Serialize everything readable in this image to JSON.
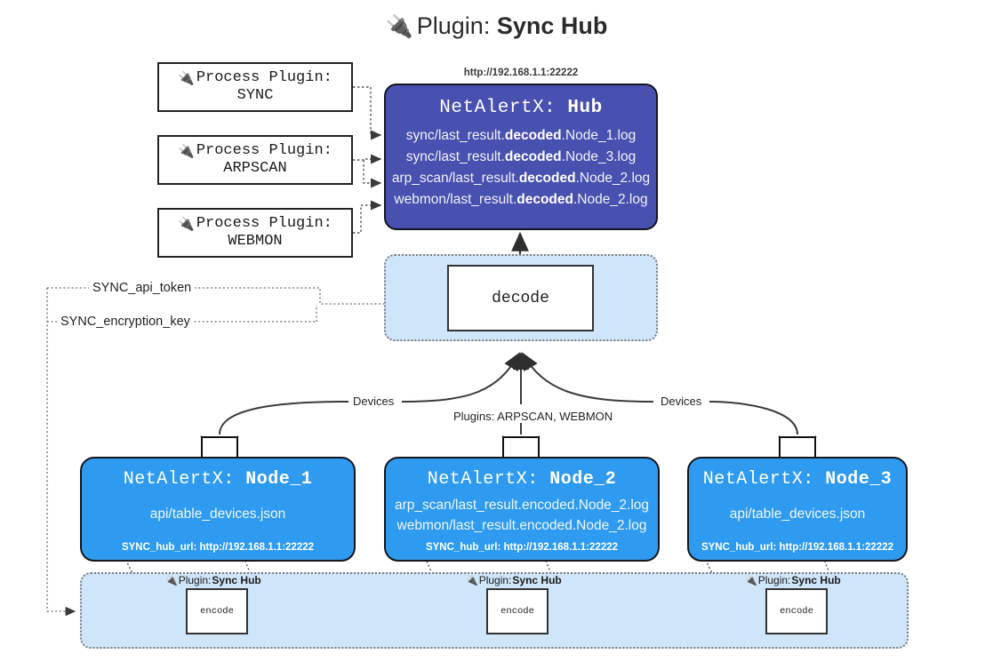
{
  "title": {
    "icon": "plug-icon",
    "prefix": "Plugin:",
    "name": "Sync Hub"
  },
  "process_plugins": [
    {
      "icon": "plug-icon",
      "label": "Process Plugin:",
      "name": "SYNC"
    },
    {
      "icon": "plug-icon",
      "label": "Process Plugin:",
      "name": "ARPSCAN"
    },
    {
      "icon": "plug-icon",
      "label": "Process Plugin:",
      "name": "WEBMON"
    }
  ],
  "hub": {
    "url": "http://192.168.1.1:22222",
    "title_prefix": "NetAlertX:",
    "title_name": "Hub",
    "color": "#4850b0",
    "logs": [
      {
        "pre": "sync/last_result.",
        "mid": "decoded",
        "post": ".Node_1.log"
      },
      {
        "pre": "sync/last_result.",
        "mid": "decoded",
        "post": ".Node_3.log"
      },
      {
        "pre": "arp_scan/last_result.",
        "mid": "decoded",
        "post": ".Node_2.log"
      },
      {
        "pre": "webmon/last_result.",
        "mid": "decoded",
        "post": ".Node_2.log"
      }
    ]
  },
  "decode": {
    "label": "decode",
    "container_color": "#cfe6fa"
  },
  "keys": [
    {
      "label": "SYNC_api_token"
    },
    {
      "label": "SYNC_encryption_key"
    }
  ],
  "edge_labels": {
    "devices_left": "Devices",
    "devices_right": "Devices",
    "plugins_center": "Plugins: ARPSCAN, WEBMON"
  },
  "nodes": [
    {
      "id": "node-1",
      "title_prefix": "NetAlertX:",
      "title_name": "Node_1",
      "color": "#2f9bf0",
      "icon": "envelope-icon",
      "lines": [
        "api/table_devices.json"
      ],
      "footer_key": "SYNC_hub_url:",
      "footer_value": "http://192.168.1.1:22222"
    },
    {
      "id": "node-2",
      "title_prefix": "NetAlertX:",
      "title_name": "Node_2",
      "color": "#2f9bf0",
      "icon": "envelope-icon",
      "lines": [
        "arp_scan/last_result.encoded.Node_2.log",
        "webmon/last_result.encoded.Node_2.log"
      ],
      "footer_key": "SYNC_hub_url:",
      "footer_value": "http://192.168.1.1:22222"
    },
    {
      "id": "node-3",
      "title_prefix": "NetAlertX:",
      "title_name": "Node_3",
      "color": "#2f9bf0",
      "icon": "envelope-icon",
      "lines": [
        "api/table_devices.json"
      ],
      "footer_key": "SYNC_hub_url:",
      "footer_value": "http://192.168.1.1:22222"
    }
  ],
  "encoders": [
    {
      "plugin_prefix": "Plugin:",
      "plugin_name": "Sync Hub",
      "box_label": "encode",
      "icon": "plug-icon"
    },
    {
      "plugin_prefix": "Plugin:",
      "plugin_name": "Sync Hub",
      "box_label": "encode",
      "icon": "plug-icon"
    },
    {
      "plugin_prefix": "Plugin:",
      "plugin_name": "Sync Hub",
      "box_label": "encode",
      "icon": "plug-icon"
    }
  ]
}
